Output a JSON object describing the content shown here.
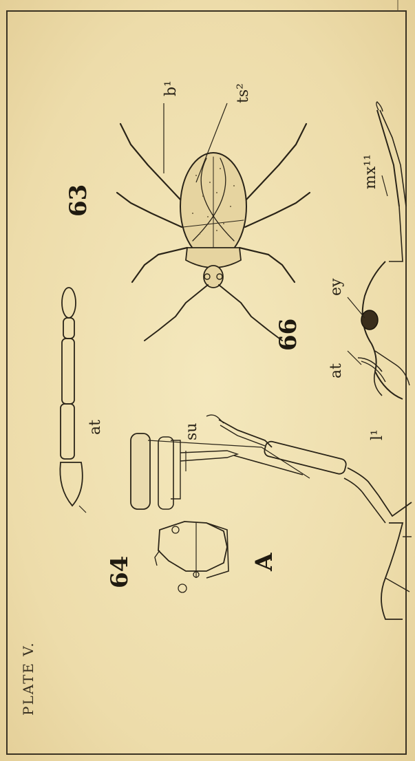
{
  "plate": {
    "title": "PLATE V."
  },
  "figures": {
    "fig63": {
      "number": "63",
      "labels": {
        "b": "b¹",
        "ts": "ts²"
      }
    },
    "fig64": {
      "number": "64",
      "labels": {
        "at": "at",
        "su": "su",
        "A": "A"
      }
    },
    "fig66": {
      "number": "66",
      "labels": {
        "ey": "ey",
        "at": "at",
        "l": "l¹",
        "mx": "mx¹¹"
      }
    }
  }
}
